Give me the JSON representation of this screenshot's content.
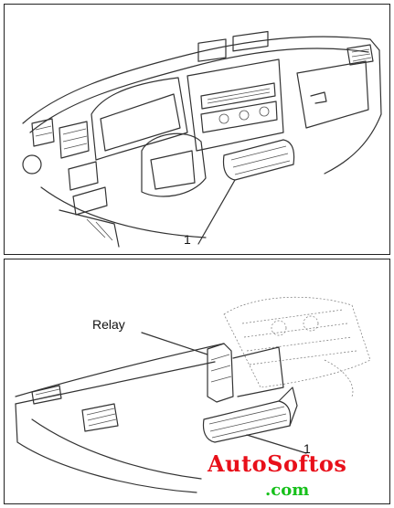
{
  "top_panel": {
    "callout": "1"
  },
  "bottom_panel": {
    "relay_label": "Relay",
    "callout": "1"
  },
  "watermark": {
    "main": "AutoSoftos",
    "domain": ".com",
    "main_color": "#e8101a",
    "domain_color": "#16c01a"
  }
}
